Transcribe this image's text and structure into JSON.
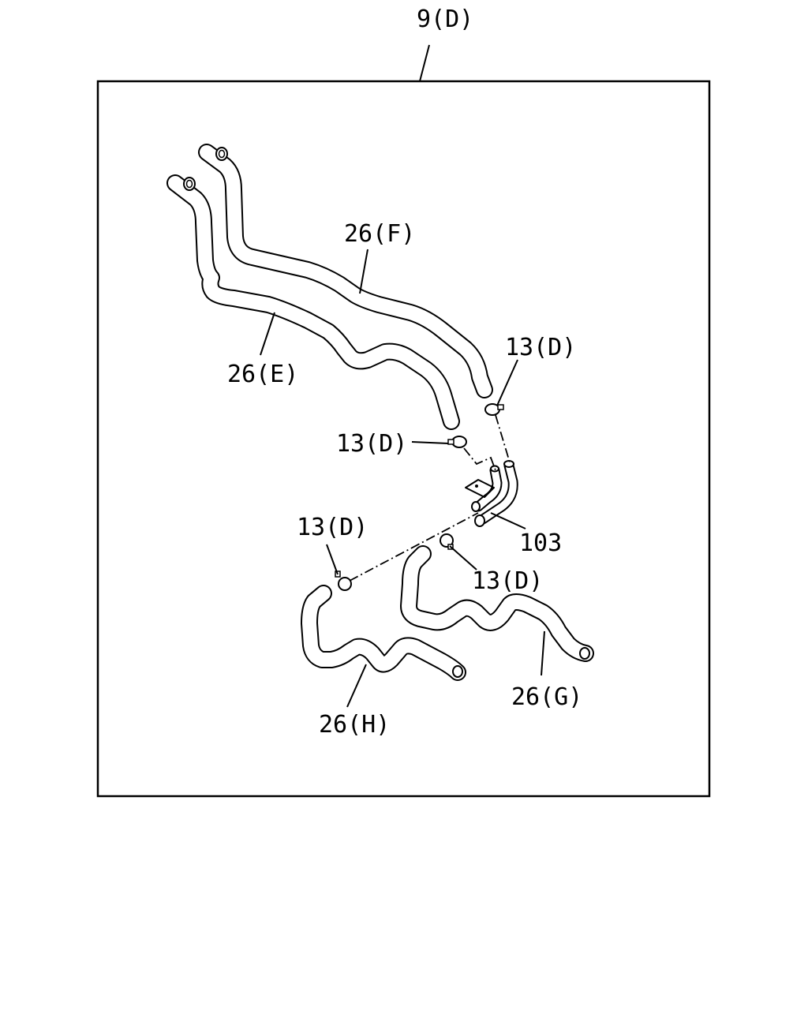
{
  "labels": {
    "assembly": "9(D)",
    "hose_e": "26(E)",
    "hose_f": "26(F)",
    "hose_g": "26(G)",
    "hose_h": "26(H)",
    "clamp_1": "13(D)",
    "clamp_2": "13(D)",
    "clamp_3": "13(D)",
    "clamp_4": "13(D)",
    "pipe": "103"
  }
}
